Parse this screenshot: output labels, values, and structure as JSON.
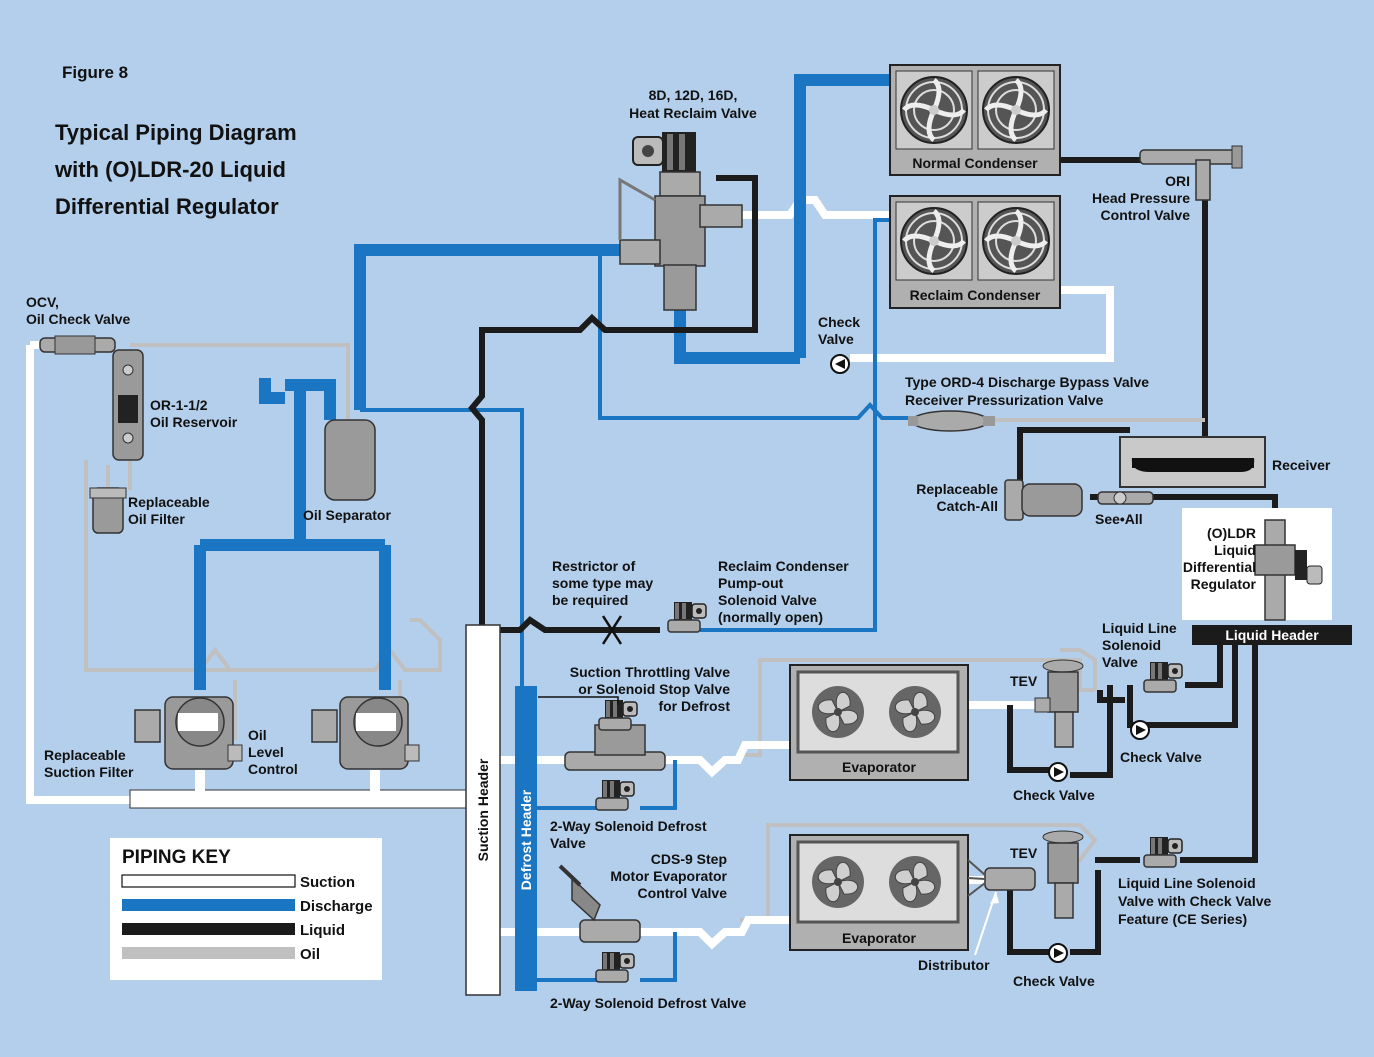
{
  "figure_label": "Figure 8",
  "title_lines": [
    "Typical Piping Diagram",
    "with (O)LDR-20 Liquid",
    "Differential Regulator"
  ],
  "colors": {
    "background": "#b4cfec",
    "discharge": "#1a76c2",
    "liquid": "#1b1b1b",
    "oil": "#c0c0c0",
    "suction": "#ffffff",
    "component": "#9a9a9a"
  },
  "labels": {
    "heat_reclaim_valve": [
      "8D, 12D, 16D,",
      "Heat Reclaim Valve"
    ],
    "normal_condenser": "Normal Condenser",
    "reclaim_condenser": "Reclaim Condenser",
    "ori_valve": [
      "ORI",
      "Head Pressure",
      "Control Valve"
    ],
    "check_valve_top": [
      "Check",
      "Valve"
    ],
    "ord_valve": [
      "Type ORD-4 Discharge Bypass Valve",
      "Receiver Pressurization Valve"
    ],
    "receiver": "Receiver",
    "catch_all": [
      "Replaceable",
      "Catch-All"
    ],
    "see_all": "See•All",
    "oldr": [
      "(O)LDR",
      "Liquid",
      "Differential",
      "Regulator"
    ],
    "liquid_header": "Liquid Header",
    "ocv": [
      "OCV,",
      "Oil Check Valve"
    ],
    "oil_reservoir": [
      "OR-1-1/2",
      "Oil Reservoir"
    ],
    "oil_filter": [
      "Replaceable",
      "Oil Filter"
    ],
    "oil_separator": "Oil Separator",
    "restrictor": [
      "Restrictor of",
      "some type may",
      "be required"
    ],
    "pumpout_valve": [
      "Reclaim Condenser",
      "Pump-out",
      "Solenoid Valve",
      "(normally open)"
    ],
    "suction_throttling": [
      "Suction Throttling Valve",
      "or Solenoid Stop Valve",
      "for Defrost"
    ],
    "liquid_line_solenoid": [
      "Liquid Line",
      "Solenoid",
      "Valve"
    ],
    "tev_top": "TEV",
    "tev_bottom": "TEV",
    "evaporator_top": "Evaporator",
    "evaporator_bottom": "Evaporator",
    "check_valve_mid_right": "Check Valve",
    "check_valve_mid_low": "Check Valve",
    "check_valve_bottom": "Check Valve",
    "oil_level_control": [
      "Oil",
      "Level",
      "Control"
    ],
    "suction_filter": [
      "Replaceable",
      "Suction Filter"
    ],
    "suction_header": "Suction Header",
    "defrost_header": "Defrost Header",
    "two_way_defrost_top": [
      "2-Way Solenoid Defrost",
      "Valve"
    ],
    "cds9": [
      "CDS-9 Step",
      "Motor Evaporator",
      "Control Valve"
    ],
    "two_way_defrost_bottom": "2-Way Solenoid Defrost Valve",
    "distributor": "Distributor",
    "ce_solenoid": [
      "Liquid Line Solenoid",
      "Valve with Check Valve",
      "Feature (CE Series)"
    ]
  },
  "piping_key": {
    "title": "PIPING KEY",
    "items": [
      {
        "name": "Suction",
        "color": "#ffffff"
      },
      {
        "name": "Discharge",
        "color": "#1a76c2"
      },
      {
        "name": "Liquid",
        "color": "#1b1b1b"
      },
      {
        "name": "Oil",
        "color": "#c0c0c0"
      }
    ]
  }
}
